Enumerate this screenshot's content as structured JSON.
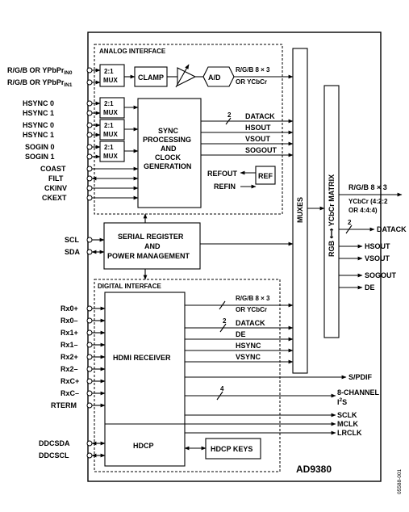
{
  "chip": {
    "name": "AD9380",
    "figure_code": "05588-001"
  },
  "analog_interface": {
    "title": "ANALOG INTERFACE",
    "inputs": {
      "in0_main": "R/G/B OR YPbPr",
      "in0_sub": "IN0",
      "in1_main": "R/G/B OR YPbPr",
      "in1_sub": "IN1"
    },
    "mux_line1": "2:1",
    "mux_line2": "MUX",
    "clamp": "CLAMP",
    "adc": "A/D",
    "output_line1": "R/G/B 8 × 3",
    "output_line2": "OR YCbCr",
    "sync_pins": [
      "HSYNC 0",
      "HSYNC 1",
      "HSYNC 0",
      "HSYNC 1",
      "SOGIN 0",
      "SOGIN 1"
    ],
    "clock_pins": [
      "COAST",
      "FILT",
      "CKINV",
      "CKEXT"
    ],
    "sync_block": [
      "SYNC",
      "PROCESSING",
      "AND",
      "CLOCK",
      "GENERATION"
    ],
    "sync_outputs": [
      "DATACK",
      "HSOUT",
      "VSOUT",
      "SOGOUT"
    ],
    "bus_width": "2",
    "ref": "REF",
    "refout": "REFOUT",
    "refin": "REFIN"
  },
  "serial": {
    "pins": [
      "SCL",
      "SDA"
    ],
    "block": [
      "SERIAL REGISTER",
      "AND",
      "POWER MANAGEMENT"
    ]
  },
  "muxes": "MUXES",
  "matrix": "RGB ⟷ YCbCr MATRIX",
  "outputs": {
    "rgb_line1": "R/G/B 8 × 3",
    "rgb_line2": "YCbCr (4:2:2",
    "rgb_line3": "OR 4:4:4)",
    "datack_width": "2",
    "datack": "DATACK",
    "hsout": "HSOUT",
    "vsout": "VSOUT",
    "sogout": "SOGOUT",
    "de": "DE",
    "spdif": "S/PDIF",
    "i2s_width": "4",
    "i2s_line1": "8-CHANNEL",
    "i2s_line2": "I",
    "i2s_sup": "2",
    "i2s_s": "S",
    "sclk": "SCLK",
    "mclk": "MCLK",
    "lrclk": "LRCLK"
  },
  "digital_interface": {
    "title": "DIGITAL INTERFACE",
    "pins": [
      "Rx0+",
      "Rx0–",
      "Rx1+",
      "Rx1–",
      "Rx2+",
      "Rx2–",
      "RxC+",
      "RxC–",
      "RTERM"
    ],
    "hdmi_receiver": "HDMI RECEIVER",
    "output_line1": "R/G/B 8 × 3",
    "output_line2": "OR YCbCr",
    "datack_width": "2",
    "outputs": [
      "DATACK",
      "DE",
      "HSYNC",
      "VSYNC"
    ],
    "hdcp": "HDCP",
    "hdcp_keys": "HDCP KEYS",
    "ddc_pins": [
      "DDCSDA",
      "DDCSCL"
    ]
  }
}
